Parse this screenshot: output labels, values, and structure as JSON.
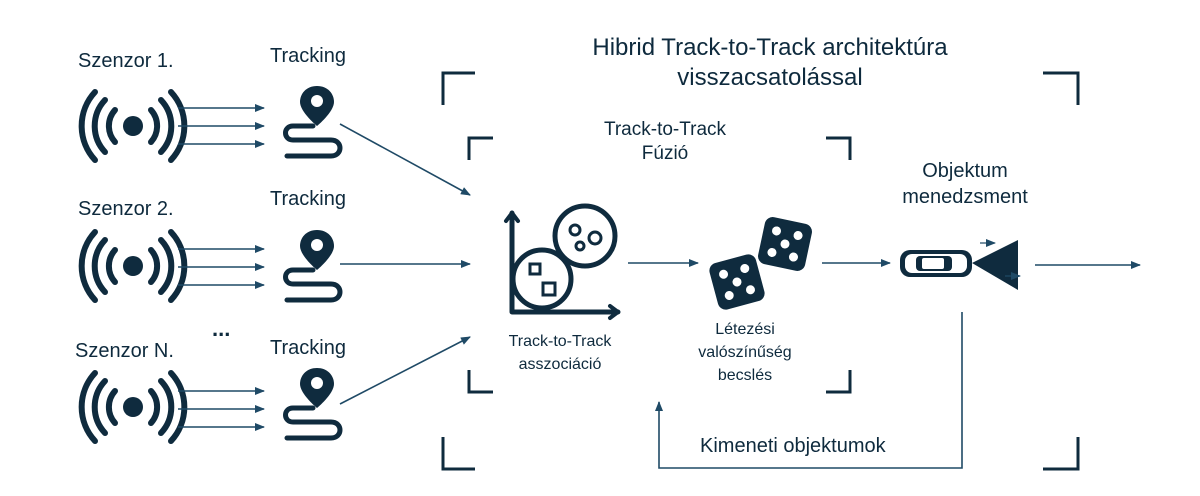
{
  "colors": {
    "ink": "#0e2a3d",
    "line": "#1f4a66",
    "icon": "#0f2b3e",
    "car": "#ffffff"
  },
  "title": {
    "line1": "Hibrid Track-to-Track architektúra",
    "line2": "visszacsatolással"
  },
  "fusion": {
    "line1": "Track-to-Track",
    "line2": "Fúzió"
  },
  "sensors": [
    {
      "label": "Szenzor 1.",
      "tracking": "Tracking"
    },
    {
      "label": "Szenzor 2.",
      "tracking": "Tracking"
    },
    {
      "label": "Szenzor N.",
      "tracking": "Tracking"
    }
  ],
  "ellipsis": "...",
  "association": {
    "line1": "Track-to-Track",
    "line2": "asszociáció"
  },
  "existence": {
    "line1": "Létezési",
    "line2": "valószínűség",
    "line3": "becslés"
  },
  "object_mgmt": {
    "line1": "Objektum",
    "line2": "menedzsment"
  },
  "feedback": {
    "label": "Kimeneti objektumok"
  },
  "icons": [
    "sensor-icon",
    "tracking-pin-icon",
    "bubble-chart-icon",
    "dice-icon",
    "car-icon"
  ]
}
